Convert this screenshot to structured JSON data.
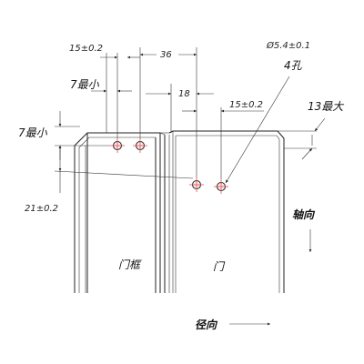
{
  "dimensions": {
    "hole_spacing_left": "15±0.2",
    "hole_spacing_right": "15±0.2",
    "hole_offset_36": "36",
    "hole_offset_18": "18",
    "hole_diameter": "Ø5.4±0.1",
    "hole_count": "4孔",
    "top_min_horizontal": "7最小",
    "top_min_vertical": "7最小",
    "vertical_21": "21±0.2",
    "max_13": "13最大"
  },
  "labels": {
    "frame": "门框",
    "door": "门",
    "axial": "轴向",
    "radial": "径向"
  },
  "colors": {
    "hole_fill": "#fbeaea",
    "centerline": "#e05050",
    "line": "#222222"
  }
}
